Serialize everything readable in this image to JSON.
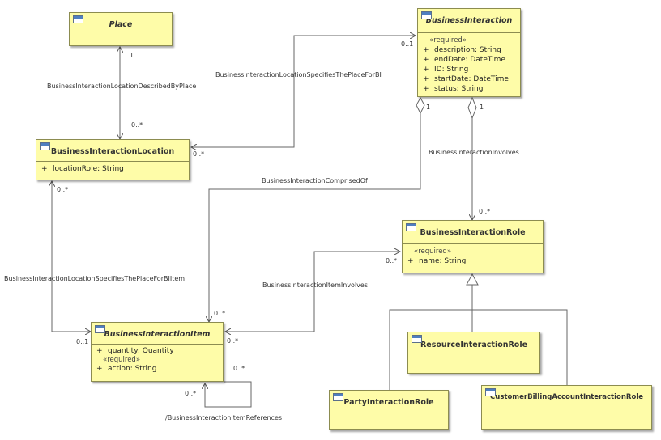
{
  "classes": {
    "place": {
      "name": "Place"
    },
    "business_interaction": {
      "name": "BusinessInteraction",
      "stereotype": "«required»",
      "attributes": [
        {
          "vis": "+",
          "text": "description: String"
        },
        {
          "vis": "+",
          "text": "endDate: DateTime"
        },
        {
          "vis": "+",
          "text": "ID: String"
        },
        {
          "vis": "+",
          "text": "startDate: DateTime"
        },
        {
          "vis": "+",
          "text": "status: String"
        }
      ]
    },
    "business_interaction_location": {
      "name": "BusinessInteractionLocation",
      "attributes": [
        {
          "vis": "+",
          "text": "locationRole: String"
        }
      ]
    },
    "business_interaction_role": {
      "name": "BusinessInteractionRole",
      "stereotype": "«required»",
      "attributes": [
        {
          "vis": "+",
          "text": "name: String"
        }
      ]
    },
    "business_interaction_item": {
      "name": "BusinessInteractionItem",
      "attr_top": {
        "vis": "+",
        "text": "quantity: Quantity"
      },
      "stereotype": "«required»",
      "attr_bottom": {
        "vis": "+",
        "text": "action: String"
      }
    },
    "resource_interaction_role": {
      "name": "ResourceInteractionRole"
    },
    "party_interaction_role": {
      "name": "PartyInteractionRole"
    },
    "customer_billing_account_interaction_role": {
      "name": "CustomerBillingAccountInteractionRole"
    }
  },
  "associations": {
    "described_by_place": "BusinessInteractionLocationDescribedByPlace",
    "specifies_place_for_bi": "BusinessInteractionLocationSpecifiesThePlaceForBI",
    "comprised_of": "BusinessInteractionComprisedOf",
    "involves": "BusinessInteractionInvolves",
    "specifies_place_for_bi_item": "BusinessInteractionLocationSpecifiesThePlaceForBIItem",
    "item_involves": "BusinessInteractionItemInvolves",
    "item_references": "/BusinessInteractionItemReferences"
  },
  "multiplicities": {
    "place_end": "1",
    "location_end_from_place": "0..*",
    "bi_end_from_location": "0..1",
    "location_end_from_bi": "0..*",
    "bi_comprised_end": "1",
    "bi_involves_end": "1",
    "role_end_from_bi": "0..*",
    "item_end_from_bi": "0..*",
    "location_end_from_item": "0..*",
    "item_end_from_location": "0..1",
    "role_end_from_item": "0..*",
    "item_end_from_role": "0..*",
    "self_ref_top": "0..*",
    "self_ref_bottom": "0..*"
  },
  "colors": {
    "class_fill": "#fefca8",
    "class_border": "#8c8c50",
    "line": "#555555"
  }
}
